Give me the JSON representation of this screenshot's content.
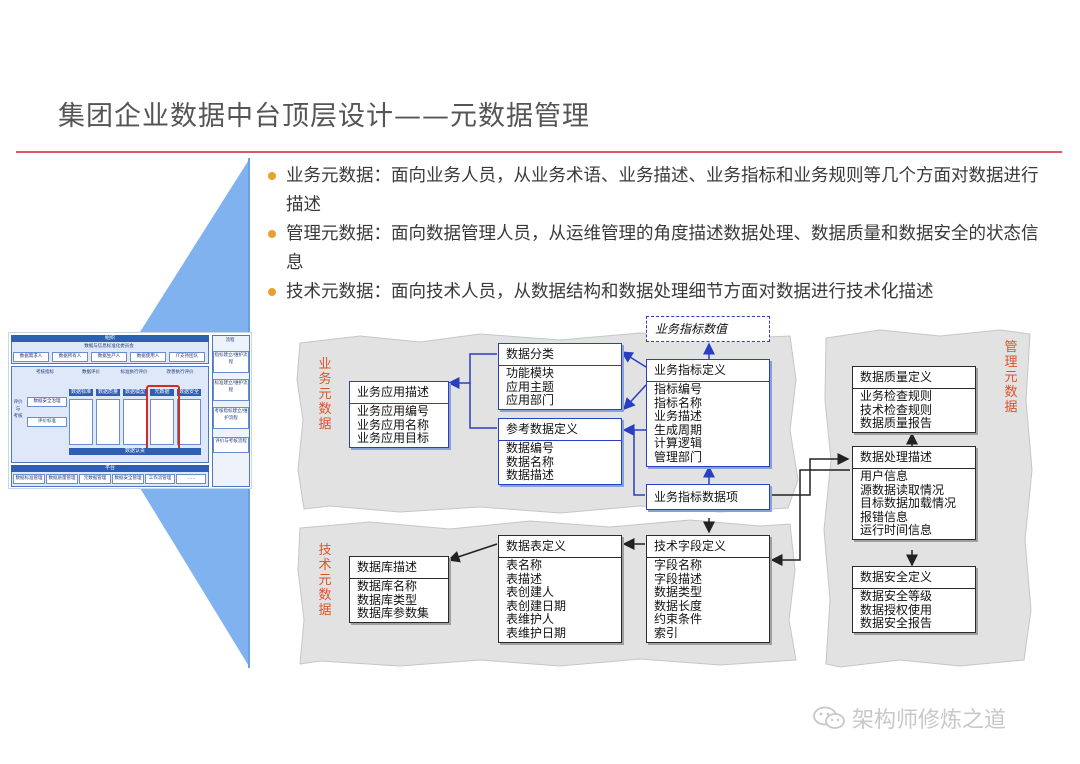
{
  "title": "集团企业数据中台顶层设计——元数据管理",
  "bullets": [
    "业务元数据：面向业务人员，从业务术语、业务描述、业务指标和业务规则等几个方面对数据进行描述",
    "管理元数据：面向数据管理人员，从运维管理的角度描述数据处理、数据质量和数据安全的状态信息",
    "技术元数据：面向技术人员，从数据结构和数据处理细节方面对数据进行技术化描述"
  ],
  "colors": {
    "accent_line": "#d85a6a",
    "bullet_dot": "#e8a030",
    "funnel": "#7fb2ee",
    "blue_box": "#2a3ec2",
    "label": "#d9542b"
  },
  "labels": {
    "business": "业务元数据",
    "management": "管理元数据",
    "technical": "技术元数据"
  },
  "boxes": {
    "app_desc": {
      "title": "业务应用描述",
      "items": [
        "业务应用编号",
        "业务应用名称",
        "业务应用目标"
      ]
    },
    "data_class": {
      "title": "数据分类",
      "items": [
        "功能模块",
        "应用主题",
        "应用部门"
      ]
    },
    "ref_data": {
      "title": "参考数据定义",
      "items": [
        "数据编号",
        "数据名称",
        "数据描述"
      ]
    },
    "indicator_value": {
      "title": "业务指标数值"
    },
    "indicator_def": {
      "title": "业务指标定义",
      "items": [
        "指标编号",
        "指标名称",
        "业务描述",
        "生成周期",
        "计算逻辑",
        "管理部门"
      ]
    },
    "indicator_item": {
      "title": "业务指标数据项"
    },
    "quality": {
      "title": "数据质量定义",
      "items": [
        "业务检查规则",
        "技术检查规则",
        "数据质量报告"
      ]
    },
    "process": {
      "title": "数据处理描述",
      "items": [
        "用户信息",
        "源数据读取情况",
        "目标数据加载情况",
        "报错信息",
        "运行时间信息"
      ]
    },
    "security": {
      "title": "数据安全定义",
      "items": [
        "数据安全等级",
        "数据授权使用",
        "数据安全报告"
      ]
    },
    "db_desc": {
      "title": "数据库描述",
      "items": [
        "数据库名称",
        "数据库类型",
        "数据库参数集"
      ]
    },
    "table_def": {
      "title": "数据表定义",
      "items": [
        "表名称",
        "表描述",
        "表创建人",
        "表创建日期",
        "表维护人",
        "表维护日期"
      ]
    },
    "field_def": {
      "title": "技术字段定义",
      "items": [
        "字段名称",
        "字段描述",
        "数据类型",
        "数据长度",
        "约束条件",
        "索引"
      ]
    }
  },
  "mini_diagram": {
    "top": "组织",
    "sub": "数据与信息标准化委员会",
    "roles": [
      "数据需求人",
      "数据所有人",
      "数据生产人",
      "数据使用人",
      "IT支持团队"
    ],
    "row2": [
      "考核指标",
      "数据评价",
      "标准执行评价",
      "改善执行评价"
    ],
    "side_left": [
      "评价",
      "与",
      "考核"
    ],
    "inner_left": [
      "数据安全治理",
      "评价标准"
    ],
    "cols": [
      "数据标准",
      "数据质量",
      "数据模型",
      "元数据",
      "数据安全"
    ],
    "bottom": "数据认责",
    "footer_title": "平台",
    "footer": [
      "数据标准管理",
      "数据质量管理",
      "元数据管理",
      "数据安全管理",
      "工作流管理",
      "……"
    ],
    "right_head": "流程",
    "right": [
      "指标建立/维护流程",
      "标准建立/维护流程",
      "考核指标建立/维护流程",
      "评价与考核流程"
    ]
  },
  "watermark": "架构师修炼之道"
}
